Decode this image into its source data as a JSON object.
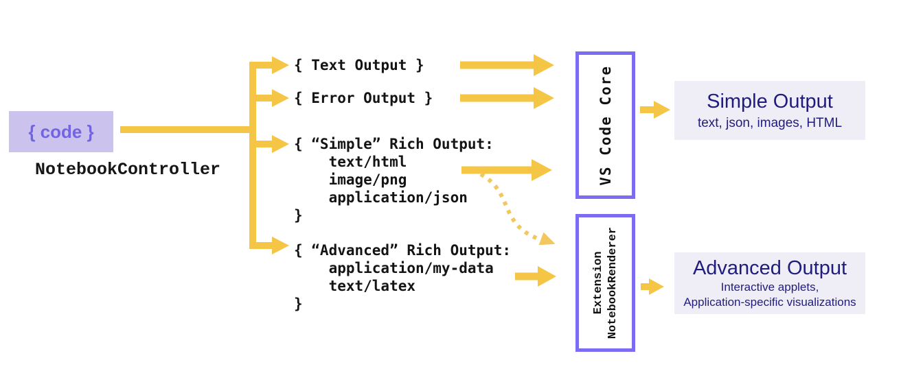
{
  "controller": {
    "code_label": "{ code }",
    "name": "NotebookController"
  },
  "outputs": {
    "text": "{ Text Output }",
    "error": "{ Error Output }",
    "simple_rich": "{ “Simple” Rich Output:\n    text/html\n    image/png\n    application/json\n}",
    "advanced_rich": "{ “Advanced” Rich Output:\n    application/my-data\n    text/latex\n}"
  },
  "renderers": {
    "core": "VS Code Core",
    "extension": "Extension\nNotebookRenderer"
  },
  "results": {
    "simple": {
      "title": "Simple Output",
      "subtitle": "text, json, images, HTML"
    },
    "advanced": {
      "title": "Advanced Output",
      "subtitle_line1": "Interactive applets,",
      "subtitle_line2": "Application-specific visualizations"
    }
  },
  "colors": {
    "arrow": "#f5c546",
    "arrow_dotted": "#f2c75f",
    "box_border": "#7b6cf2",
    "code_box_bg": "#cbc3ee",
    "code_text": "#7264e3",
    "result_box_bg": "#efeef7",
    "result_text": "#201c7d"
  }
}
